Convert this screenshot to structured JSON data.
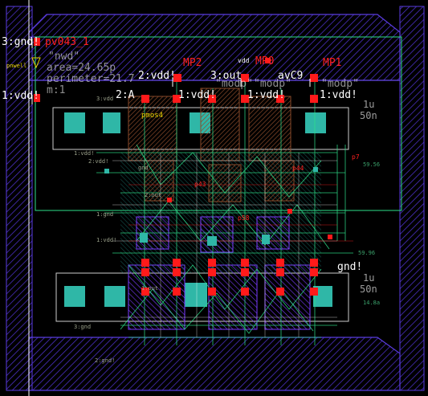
{
  "layout_name": "layout-canvas",
  "labels": {
    "gnd_left": "3:gnd!",
    "inst_name": "pv043_1",
    "pnwell": "pnwell",
    "nwd": "\"nwd\"",
    "area": "area=24.65p",
    "perimeter": "perimeter=21.7",
    "m1": "m:1",
    "vdd_left": "1:vdd!",
    "mp2": "MP2",
    "mp0": "MP0",
    "mp1": "MP1",
    "vdd_top": "vdd",
    "two_vdd": "2:vdd!",
    "three_out": "3:out",
    "avc9": "avC9",
    "two_a": "2:A",
    "one_vdd_a": "1:vdd!",
    "one_vdd_b": "1:vdd!",
    "one_vdd_c": "1:vdd!",
    "modp_a": "\"modp\"",
    "modp_b": "\"modp\"",
    "modp_c": "\"modp\"",
    "one_u": "1u",
    "fifty_n": "50n",
    "one_u_b": "1u",
    "fifty_n_b": "50n",
    "gnd_right": "gnd!",
    "gnd_mid": "gnd",
    "one_gnd": "1:gnd",
    "two_gnd": "2:gnd!",
    "three_gnd": "3:gnd",
    "two_vdd_b": "2:vdd!",
    "three_vdd": "3:vdd",
    "one_vdd_d": "1:vdd!",
    "val_59": "59.56",
    "val_14": "14.8a",
    "val_59b": "59.96",
    "p44": "p44",
    "p7": "p7",
    "p43": "p43",
    "p58": "p58",
    "pmos": "pmos4",
    "two_out": "2:out",
    "one_out": "1:out",
    "one_vdd_e": "1:vdd!"
  },
  "colors": {
    "background": "#000000",
    "boundary": "#5a3ce0",
    "active": "#2fb7a7",
    "via": "#ff1a1a",
    "wire_green": "#2ee08a",
    "text_red": "#ff2020",
    "text_yellow": "#e6d200"
  }
}
